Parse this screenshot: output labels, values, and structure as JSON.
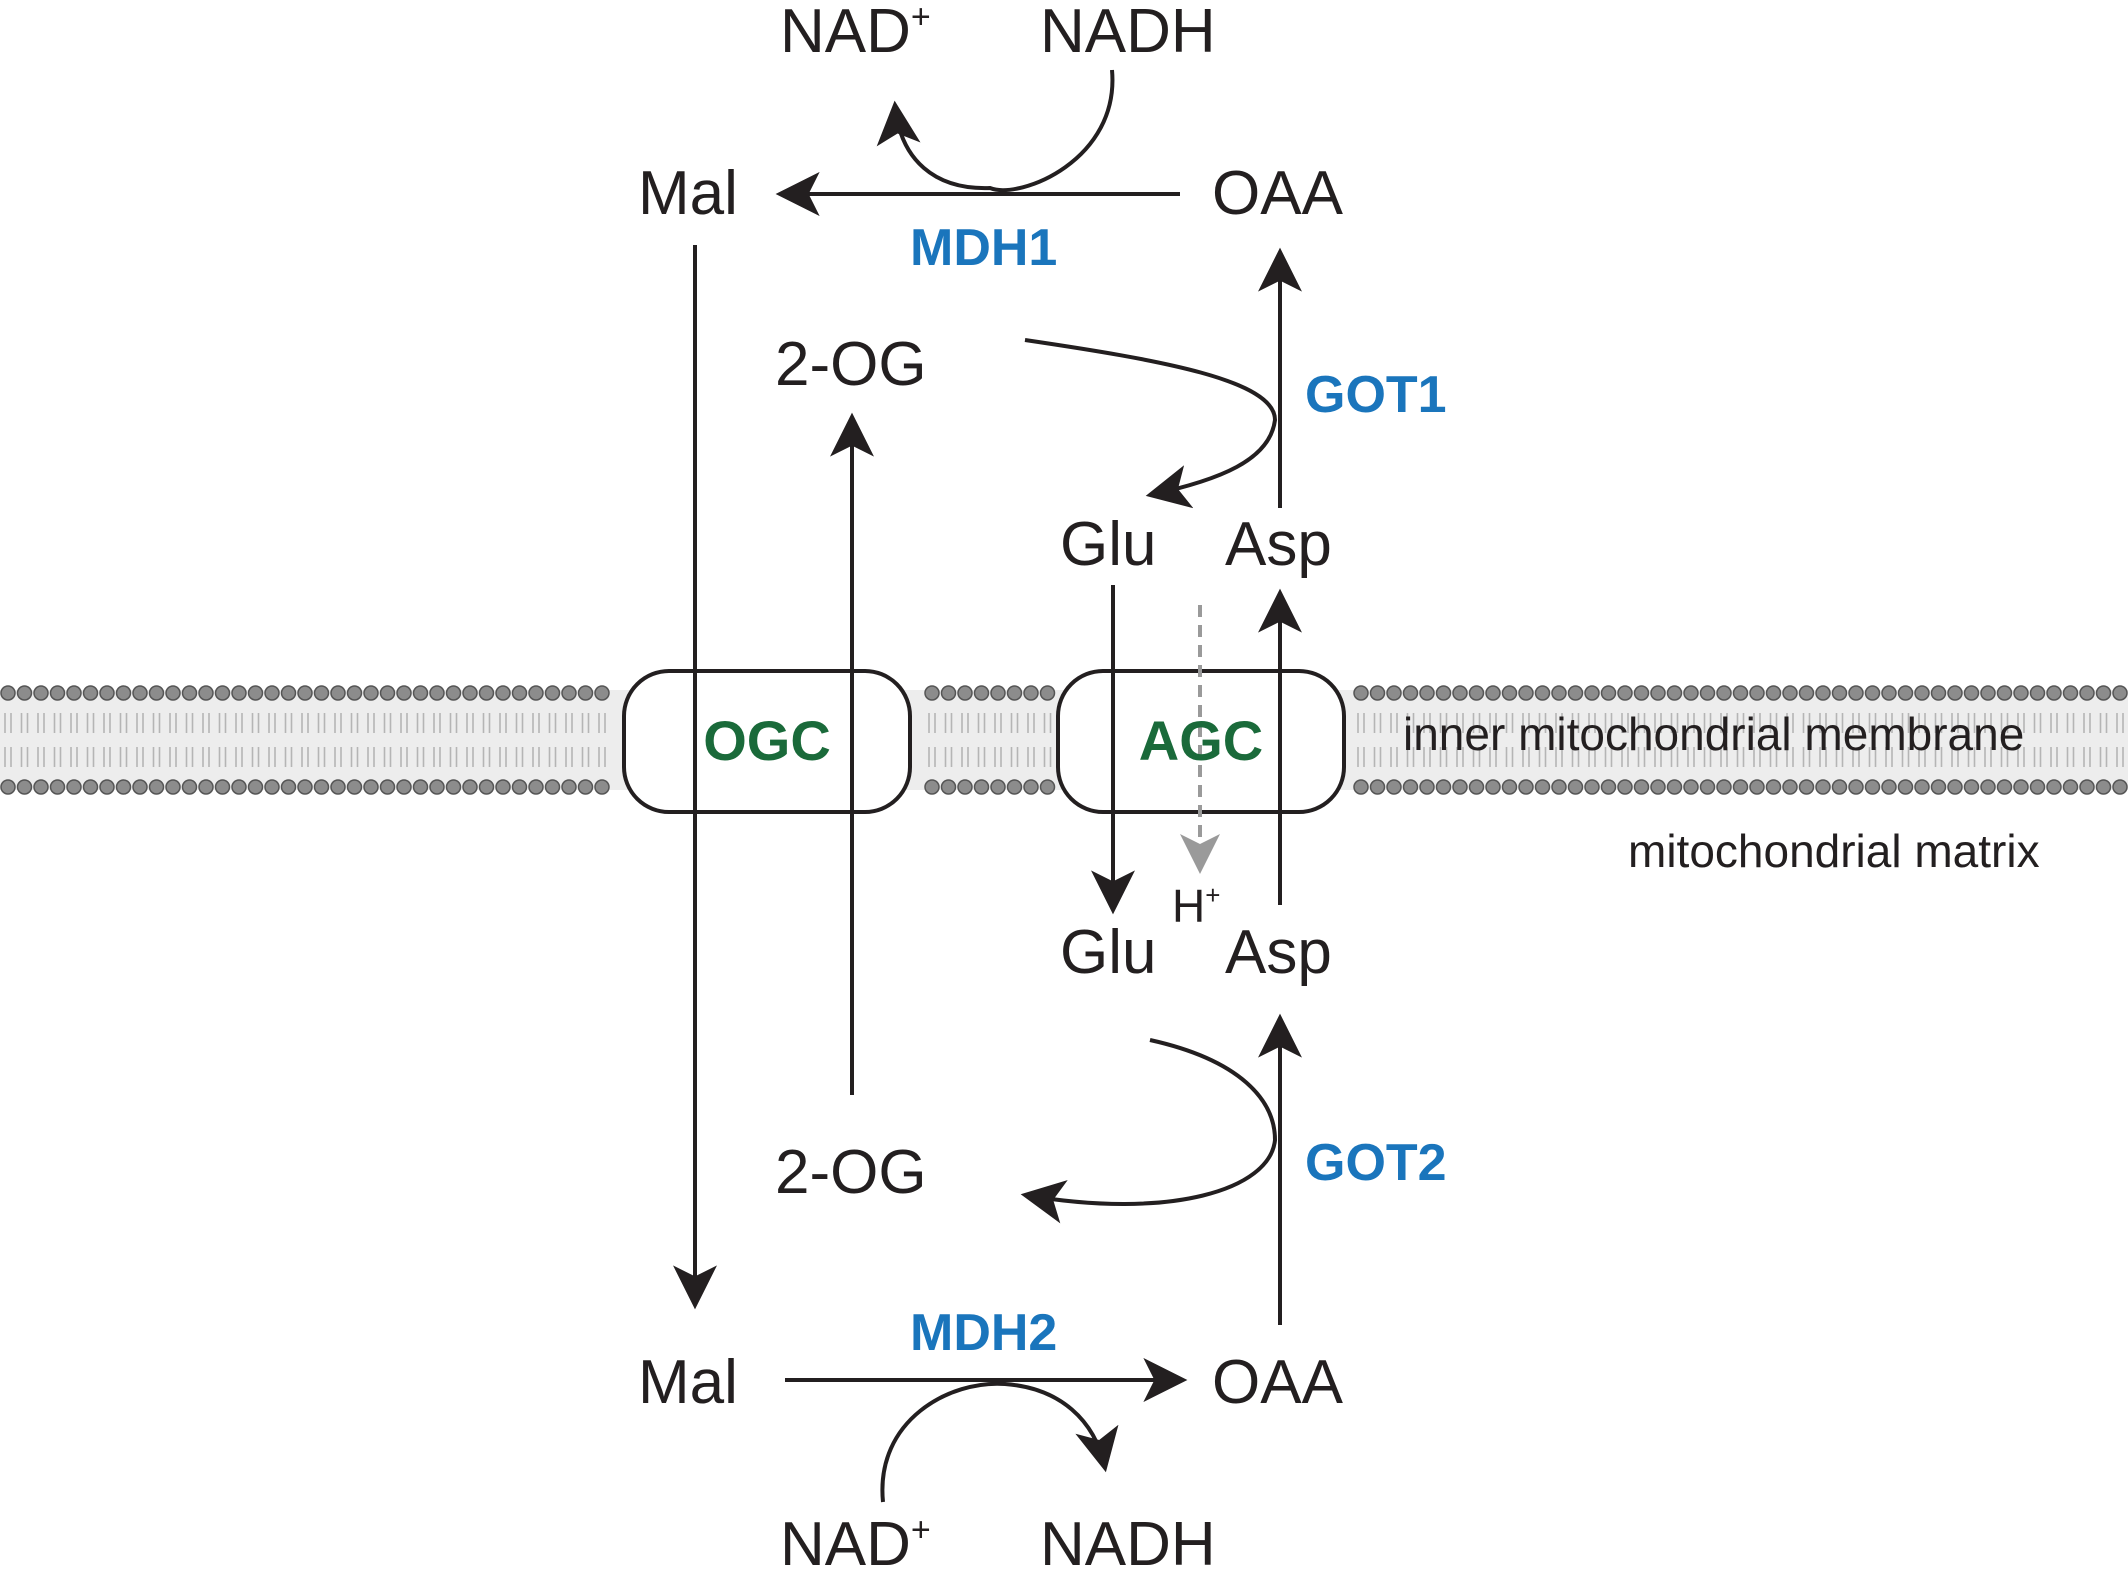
{
  "metabolites": {
    "nad_top": "NAD",
    "nad_top_sup": "+",
    "nadh_top": "NADH",
    "mal_top": "Mal",
    "oaa_top": "OAA",
    "og_top": "2-OG",
    "glu_top": "Glu",
    "asp_top": "Asp",
    "glu_bottom": "Glu",
    "asp_bottom": "Asp",
    "og_bottom": "2-OG",
    "mal_bottom": "Mal",
    "oaa_bottom": "OAA",
    "nad_bottom": "NAD",
    "nad_bottom_sup": "+",
    "nadh_bottom": "NADH",
    "h": "H",
    "h_sup": "+"
  },
  "enzymes": {
    "mdh1": "MDH1",
    "got1": "GOT1",
    "got2": "GOT2",
    "mdh2": "MDH2"
  },
  "transporters": {
    "ogc": "OGC",
    "agc": "AGC"
  },
  "compartments": {
    "membrane": "inner mitochondrial membrane",
    "matrix": "mitochondrial matrix"
  },
  "colors": {
    "enzyme": "#1a75bc",
    "transporter": "#1a6a3a",
    "ink": "#231f20",
    "lipid_head": "#8c8c8c",
    "proton_arrow": "#9a9a9a"
  }
}
